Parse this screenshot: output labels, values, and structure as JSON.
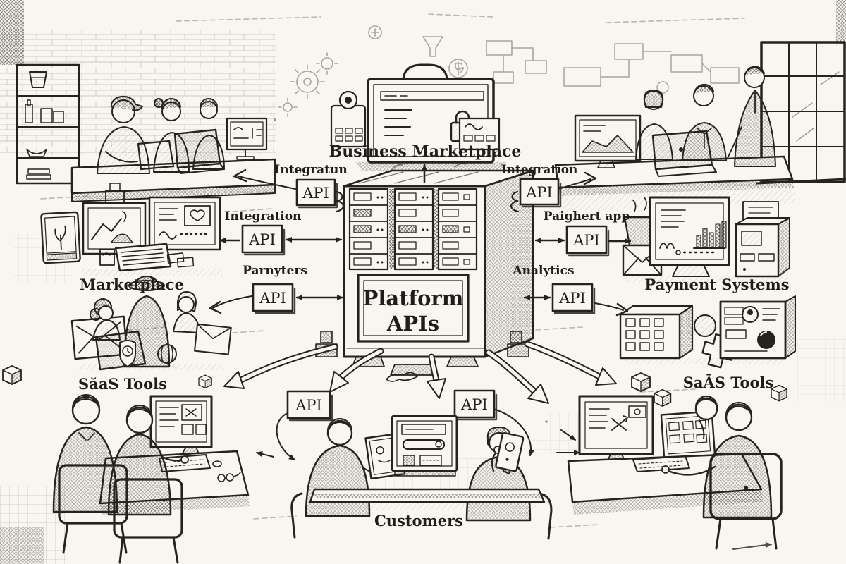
{
  "colors": {
    "ink": "#26231f",
    "paper": "#f8f6f1"
  },
  "platform": {
    "line1": "Platform",
    "line2": "APIs"
  },
  "api_label": "API",
  "nodes": {
    "business_marketplace": "Business Marketplace",
    "marketplace": "Marketplace",
    "payment_systems": "Payment Systems",
    "saas_tools_left": "SăaS Tools",
    "saas_tools_right": "SaĀS Tools",
    "customers": "Customers"
  },
  "edges": {
    "integration_top_left": "Integratun",
    "integration_top_right": "Integration",
    "integration_left": "Integration",
    "partners_left": "Parnyters",
    "payment_app_right": "Paighert app",
    "analytics_right": "Analytics"
  }
}
